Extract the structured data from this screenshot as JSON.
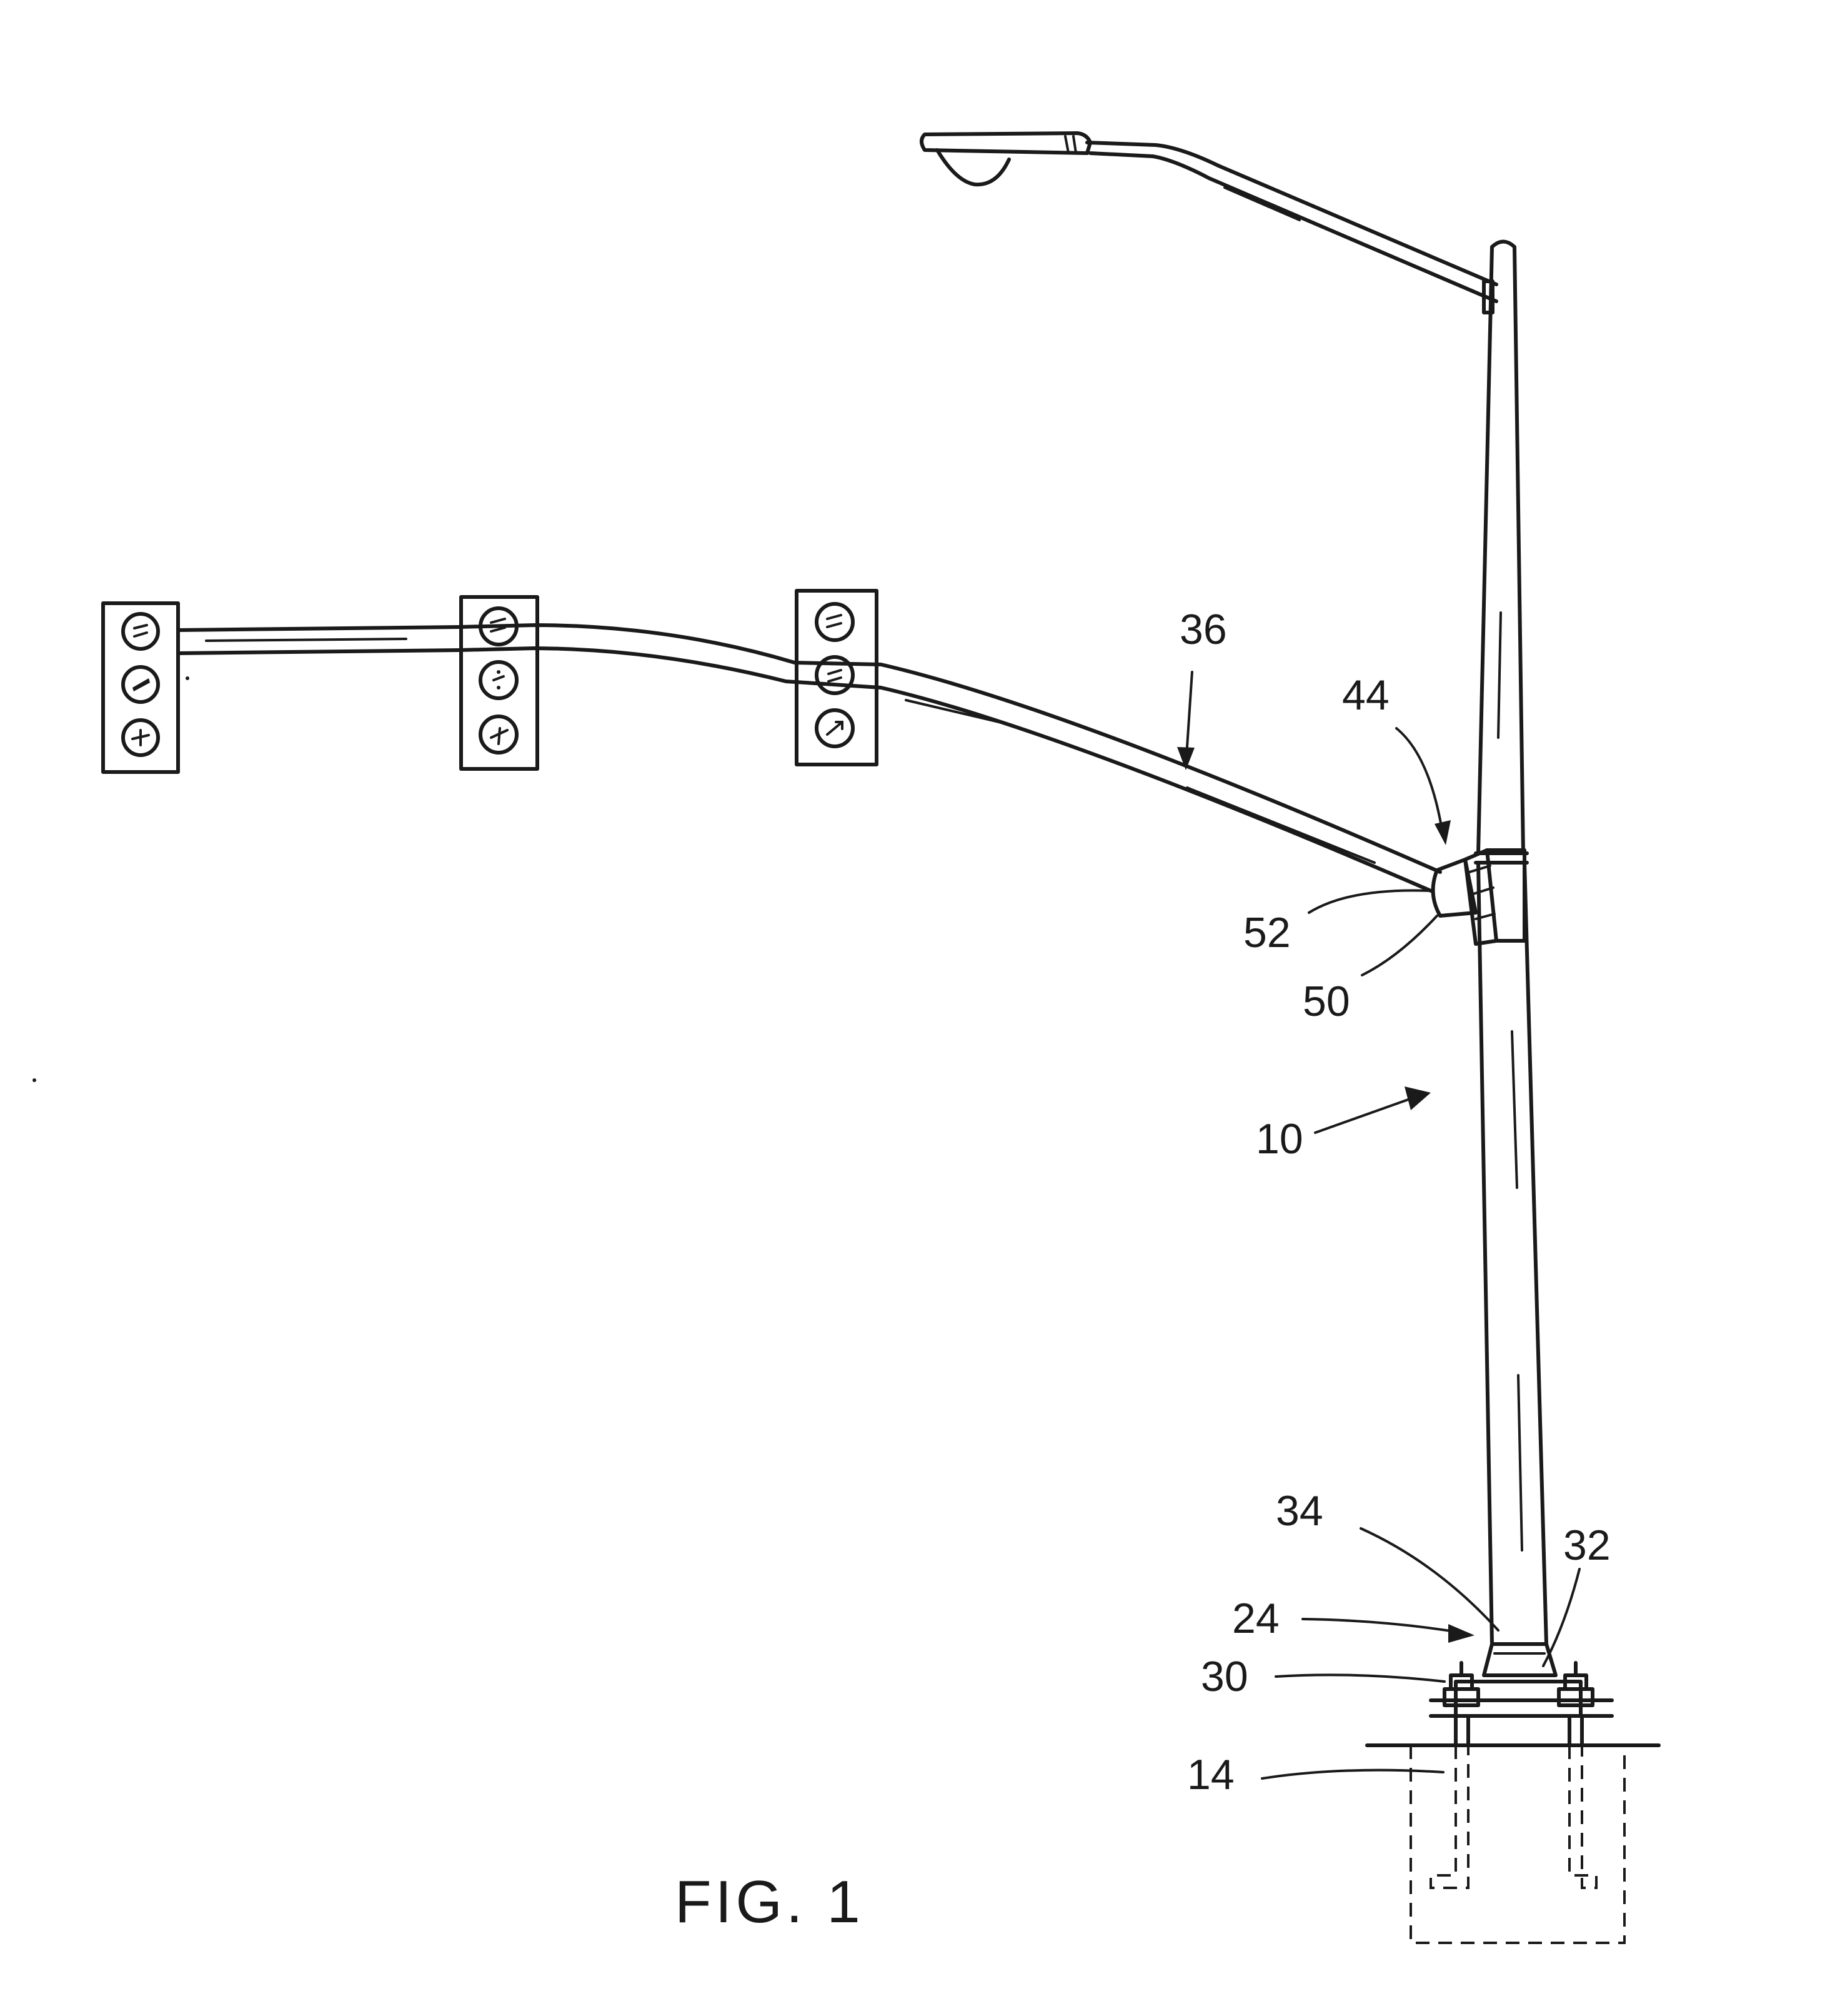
{
  "figure": {
    "caption": "FIG. 1",
    "reference_numerals": {
      "pole": "10",
      "foundation": "14",
      "base": "24",
      "anchor_bolts": "30",
      "base_plate": "32",
      "transition": "34",
      "mast_arm": "36",
      "arm_connection": "44",
      "clamp_ring": "50",
      "arm_end": "52"
    }
  }
}
